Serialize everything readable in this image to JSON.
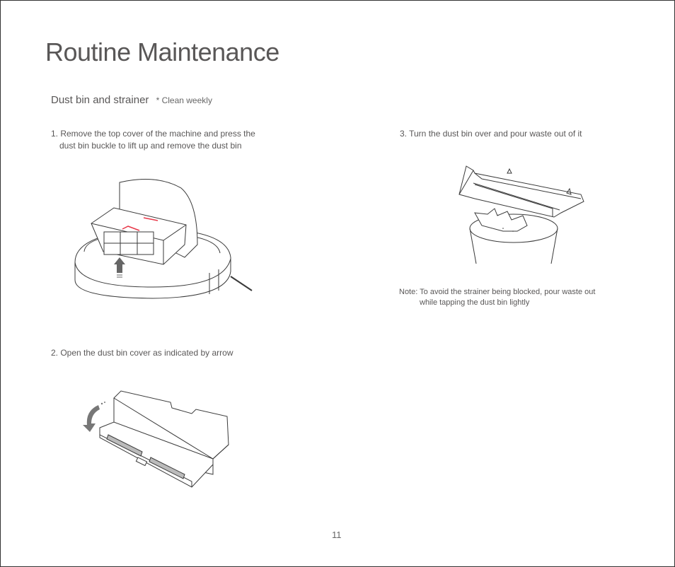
{
  "page": {
    "title": "Routine Maintenance",
    "section_title": "Dust bin and strainer",
    "section_note": "* Clean weekly",
    "page_number": "11"
  },
  "steps": [
    {
      "line1": "1. Remove the top cover of the machine and press the",
      "line2": "dust bin buckle to lift up and remove the dust bin"
    },
    {
      "line1": "2. Open the dust bin cover as indicated by arrow"
    },
    {
      "line1": "3. Turn the dust bin over and pour waste out of it"
    }
  ],
  "note": {
    "line1": "Note: To avoid the strainer being blocked, pour waste out",
    "line2": "while tapping the dust bin lightly"
  },
  "colors": {
    "accent": "#e8394a",
    "line": "#3a3a3a"
  }
}
